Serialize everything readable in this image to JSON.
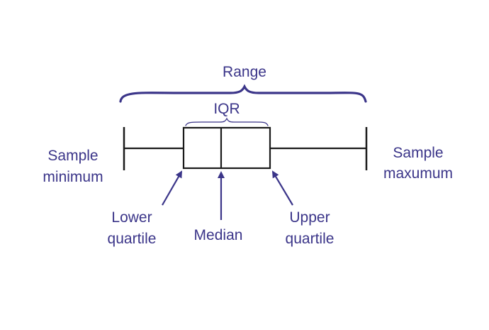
{
  "colors": {
    "label": "#3b3589",
    "brace": "#3b3589",
    "arrow": "#3b3589",
    "plot": "#1a1a1a",
    "background": "#ffffff"
  },
  "labels": {
    "range": "Range",
    "iqr": "IQR",
    "sample_minimum": [
      "Sample",
      "minimum"
    ],
    "sample_maximum": [
      "Sample",
      "maxumum"
    ],
    "lower_quartile": [
      "Lower",
      "quartile"
    ],
    "median": "Median",
    "upper_quartile": [
      "Upper",
      "quartile"
    ]
  }
}
